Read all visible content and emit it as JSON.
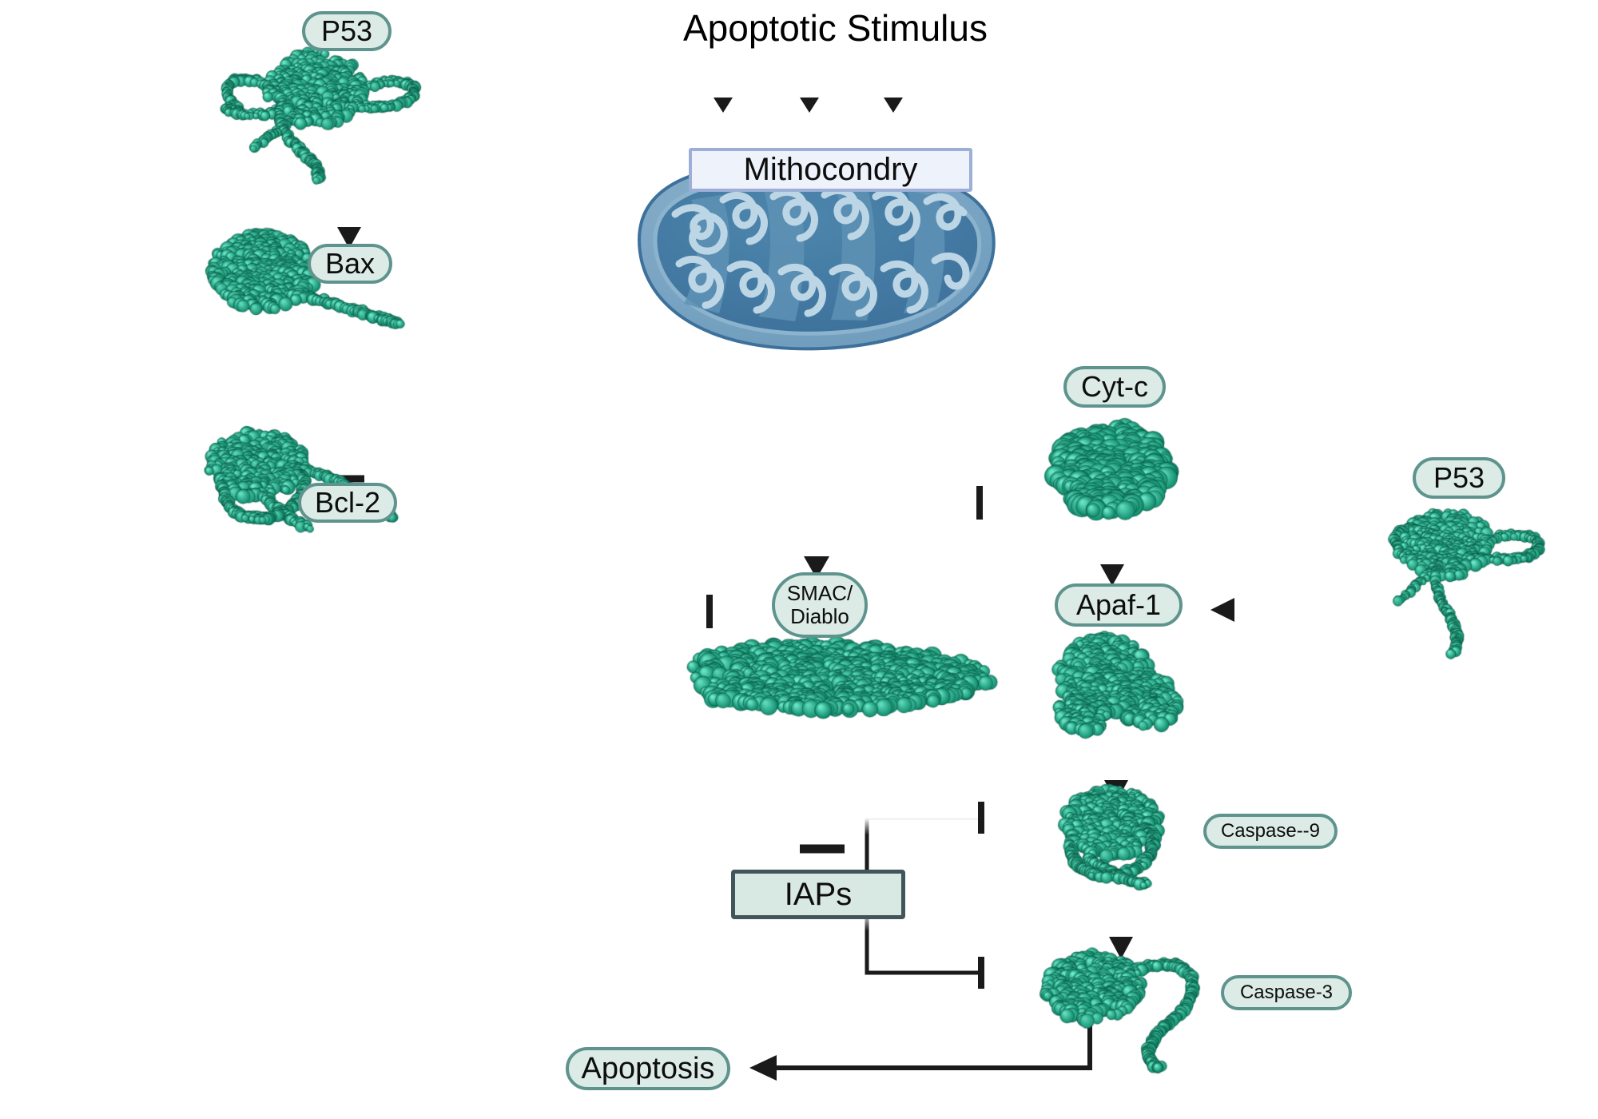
{
  "diagram": {
    "title": "Apoptotic Stimulus",
    "background_color": "#ffffff",
    "node_fill": "#dcebe6",
    "node_border": "#5f948e",
    "rect_fill": "#d8e8e2",
    "rect_border": "#41555a",
    "blue_box_fill": "#eef2fb",
    "blue_box_border": "#9dafd6",
    "protein_color": "#27a383",
    "mitochondria_color": "#4a7fa8",
    "connector_color": "#1a1a1a"
  },
  "header": {
    "stimulus_label": "Apoptotic Stimulus",
    "stimulus_arrow_count": 3
  },
  "nodes": {
    "p53_left": {
      "label": "P53"
    },
    "bax": {
      "label": "Bax"
    },
    "bcl2": {
      "label": "Bcl-2"
    },
    "mithocondry": {
      "label": "Mithocondry"
    },
    "smac_diablo": {
      "label": "SMAC/\nDiablo"
    },
    "cyt_c": {
      "label": "Cyt-c"
    },
    "apaf1": {
      "label": "Apaf-1"
    },
    "p53_right": {
      "label": "P53"
    },
    "caspase9": {
      "label": "Caspase--9"
    },
    "caspase3": {
      "label": "Caspase-3"
    },
    "iaps": {
      "label": "IAPs"
    },
    "apoptosis": {
      "label": "Apoptosis"
    }
  },
  "proteins": [
    {
      "name": "p53-left-structure",
      "for": "P53"
    },
    {
      "name": "bax-structure",
      "for": "Bax"
    },
    {
      "name": "bcl2-structure",
      "for": "Bcl-2"
    },
    {
      "name": "smac-diablo-structure",
      "for": "SMAC/Diablo"
    },
    {
      "name": "cyt-c-structure",
      "for": "Cyt-c"
    },
    {
      "name": "apaf1-structure",
      "for": "Apaf-1"
    },
    {
      "name": "p53-right-structure",
      "for": "P53"
    },
    {
      "name": "caspase9-structure",
      "for": "Caspase--9"
    },
    {
      "name": "caspase3-structure",
      "for": "Caspase-3"
    }
  ],
  "connectors": [
    {
      "name": "stimulus-to-mitochondria-1",
      "type": "arrow",
      "from": "Apoptotic Stimulus",
      "to": "Mithocondry"
    },
    {
      "name": "stimulus-to-mitochondria-2",
      "type": "arrow",
      "from": "Apoptotic Stimulus",
      "to": "Mithocondry"
    },
    {
      "name": "stimulus-to-mitochondria-3",
      "type": "arrow",
      "from": "Apoptotic Stimulus",
      "to": "Mithocondry"
    },
    {
      "name": "p53-to-bax-arrow",
      "type": "arrow",
      "from": "P53",
      "to": "Bax"
    },
    {
      "name": "bax-inhibits-bcl2",
      "type": "inhibition",
      "from": "Bax",
      "to": "Bcl-2"
    },
    {
      "name": "bcl2-inhibits-mitochondria",
      "type": "inhibition",
      "from": "Bcl-2",
      "to": "Mithocondry"
    },
    {
      "name": "bcl2-inhibits-smac",
      "type": "inhibition",
      "from": "Bcl-2",
      "to": "SMAC/Diablo"
    },
    {
      "name": "mitochondria-to-smac-arrow",
      "type": "arrow",
      "from": "Mithocondry",
      "to": "SMAC/Diablo"
    },
    {
      "name": "cytc-to-apaf1-arrow",
      "type": "arrow",
      "from": "Cyt-c",
      "to": "Apaf-1"
    },
    {
      "name": "p53-to-apaf1-arrow",
      "type": "arrow",
      "from": "P53",
      "to": "Apaf-1"
    },
    {
      "name": "apaf1-to-caspase9-arrow",
      "type": "arrow",
      "from": "Apaf-1",
      "to": "Caspase--9"
    },
    {
      "name": "caspase9-to-caspase3-arrow",
      "type": "arrow",
      "from": "Caspase--9",
      "to": "Caspase-3"
    },
    {
      "name": "smac-inhibits-iaps",
      "type": "inhibition",
      "from": "SMAC/Diablo",
      "to": "IAPs"
    },
    {
      "name": "iaps-inhibits-caspase9",
      "type": "inhibition",
      "from": "IAPs",
      "to": "Caspase--9"
    },
    {
      "name": "iaps-inhibits-caspase3",
      "type": "inhibition",
      "from": "IAPs",
      "to": "Caspase-3"
    },
    {
      "name": "caspase3-to-apoptosis-arrow",
      "type": "arrow",
      "from": "Caspase-3",
      "to": "Apoptosis"
    }
  ]
}
